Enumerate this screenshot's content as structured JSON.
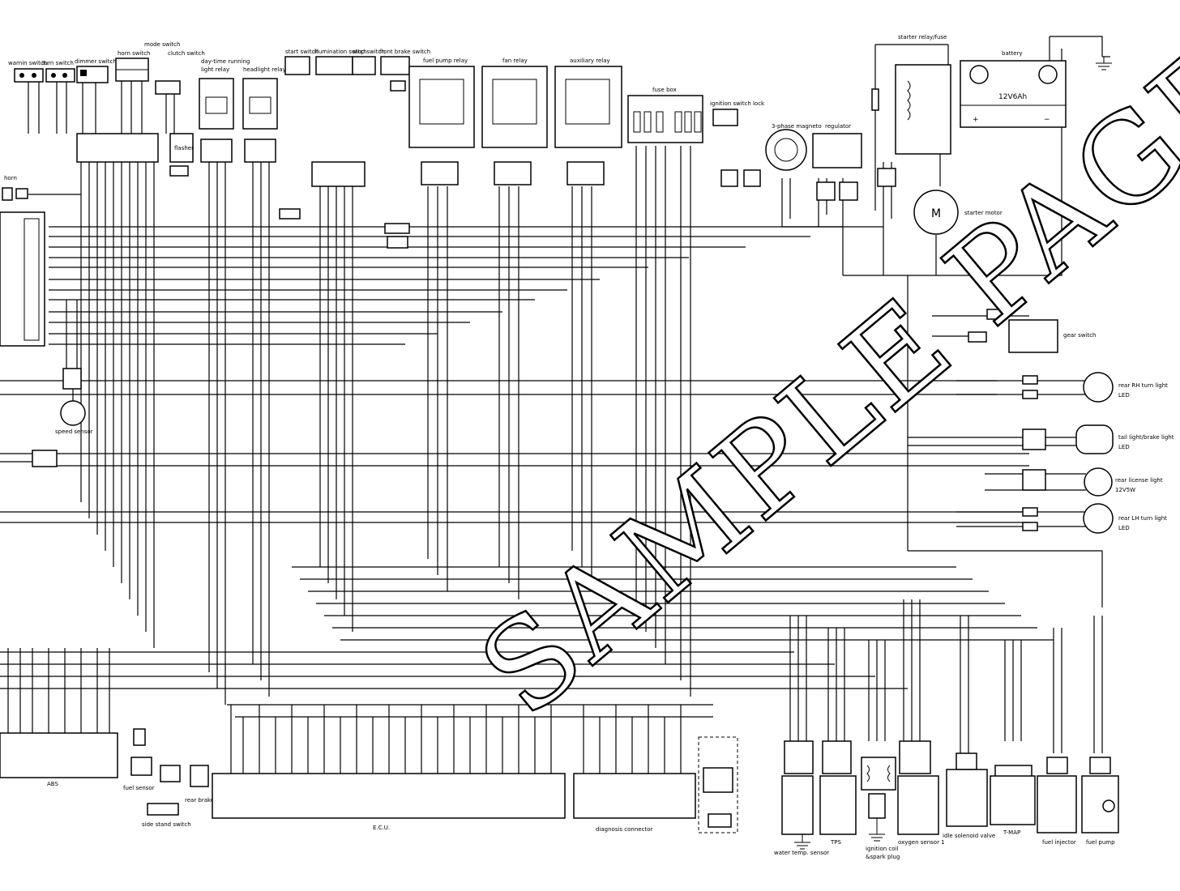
{
  "labels": {
    "warning_switch": "warnin switch",
    "turn_switch": "turn switch",
    "dimmer_switch": "dimmer switch",
    "horn_switch": "horn switch",
    "mode_switch": "mode switch",
    "clutch_switch": "clutch switch",
    "day_time_running": "day-time running",
    "light_relay": "light relay",
    "headlight_relay": "headlight relay",
    "start_switch": "start switch",
    "illumination_switch": "illumination switch",
    "stop_switch": "stop switch",
    "front_brake_switch": "front brake switch",
    "fuel_pump_relay": "fuel pump relay",
    "fan_relay": "fan relay",
    "auxiliary_relay": "auxiliary relay",
    "fuse_box": "fuse box",
    "ignition_switch_lock": "ignition switch lock",
    "three_phase_magneto": "3-phase magneto",
    "regulator": "regulator",
    "starter_relay": "starter relay/fuse",
    "battery": "battery",
    "battery_rating": "12V6Ah",
    "battery_plus": "+",
    "battery_minus": "−",
    "starter_motor": "starter motor",
    "motor_symbol": "M",
    "flasher": "flasher",
    "horn": "horn",
    "speed_sensor": "speed sensor",
    "gear_switch": "gear switch",
    "rear_rh_turn_light": "rear RH turn light",
    "rear_rh_turn_light_type": "LED",
    "tail_light": "tail light/brake light",
    "tail_light_type": "LED",
    "rear_license_light": "rear license light",
    "rear_license_light_rating": "12V5W",
    "rear_lh_turn_light": "rear LH turn light",
    "rear_lh_turn_light_type": "LED",
    "abs": "ABS",
    "fuel_sensor": "fuel sensor",
    "side_stand_switch": "side stand switch",
    "rear_brake_switch": "rear brake switch",
    "ecu": "E.C.U.",
    "diagnosis_connector": "diagnosis connector",
    "water_temp_sensor": "water temp. sensor",
    "tps": "TPS",
    "ignition_coil": "ignition coil",
    "spark_plug": "&spark plug",
    "oxygen_sensor": "oxygen sensor 1",
    "idle_solenoid_valve": "idle solenoid valve",
    "tmap": "T-MAP",
    "fuel_injector": "fuel injector",
    "fuel_pump": "fuel pump"
  },
  "watermark": "SAMPLE PAGE"
}
